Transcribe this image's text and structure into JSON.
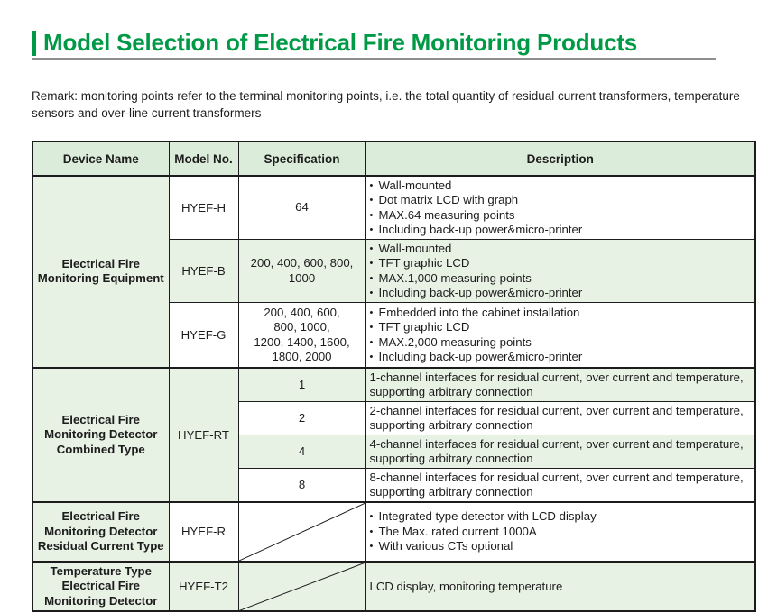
{
  "title": "Model Selection of Electrical Fire Monitoring Products",
  "remark": "Remark: monitoring points refer to the terminal monitoring points, i.e. the total quantity of residual current transformers, temperature sensors and over-line current transformers",
  "colors": {
    "accent_green": "#009a47",
    "cell_green": "#e7f1e4",
    "header_green": "#dcecda",
    "underline_gray": "#8f8f8f",
    "border": "#1c1c1c"
  },
  "table": {
    "headers": {
      "device": "Device Name",
      "model": "Model No.",
      "spec": "Specification",
      "desc": "Description"
    },
    "groups": [
      {
        "device": "Electrical Fire\nMonitoring Equipment",
        "rows": [
          {
            "model": "HYEF-H",
            "spec": "64",
            "desc": [
              "Wall-mounted",
              "Dot matrix LCD with graph",
              "MAX.64 measuring points",
              "Including back-up power&micro-printer"
            ]
          },
          {
            "model": "HYEF-B",
            "spec": "200, 400, 600, 800,\n1000",
            "desc": [
              "Wall-mounted",
              "TFT graphic LCD",
              "MAX.1,000 measuring points",
              "Including back-up power&micro-printer"
            ]
          },
          {
            "model": "HYEF-G",
            "spec": "200, 400, 600,\n800, 1000,\n1200, 1400, 1600,\n1800, 2000",
            "desc": [
              "Embedded into the cabinet installation",
              "TFT graphic LCD",
              "MAX.2,000 measuring points",
              "Including back-up power&micro-printer"
            ]
          }
        ]
      },
      {
        "device": "Electrical Fire\nMonitoring Detector\nCombined Type",
        "model": "HYEF-RT",
        "rows": [
          {
            "spec": "1",
            "desc": "1-channel interfaces for residual current, over current and temperature,\nsupporting arbitrary  connection"
          },
          {
            "spec": "2",
            "desc": "2-channel interfaces for residual current, over current and temperature,\nsupporting arbitrary  connection"
          },
          {
            "spec": "4",
            "desc": "4-channel interfaces for residual current, over current and temperature,\nsupporting arbitrary  connection"
          },
          {
            "spec": "8",
            "desc": "8-channel interfaces for residual current, over current and temperature,\nsupporting arbitrary  connection"
          }
        ]
      },
      {
        "device": "Electrical Fire\nMonitoring Detector\nResidual Current Type",
        "model": "HYEF-R",
        "desc": [
          "Integrated type detector with LCD display",
          "The Max. rated current  1000A",
          "With various CTs optional"
        ]
      },
      {
        "device": "Temperature Type\nElectrical Fire\nMonitoring Detector",
        "model": "HYEF-T2",
        "desc_text": "LCD display, monitoring temperature"
      }
    ]
  }
}
